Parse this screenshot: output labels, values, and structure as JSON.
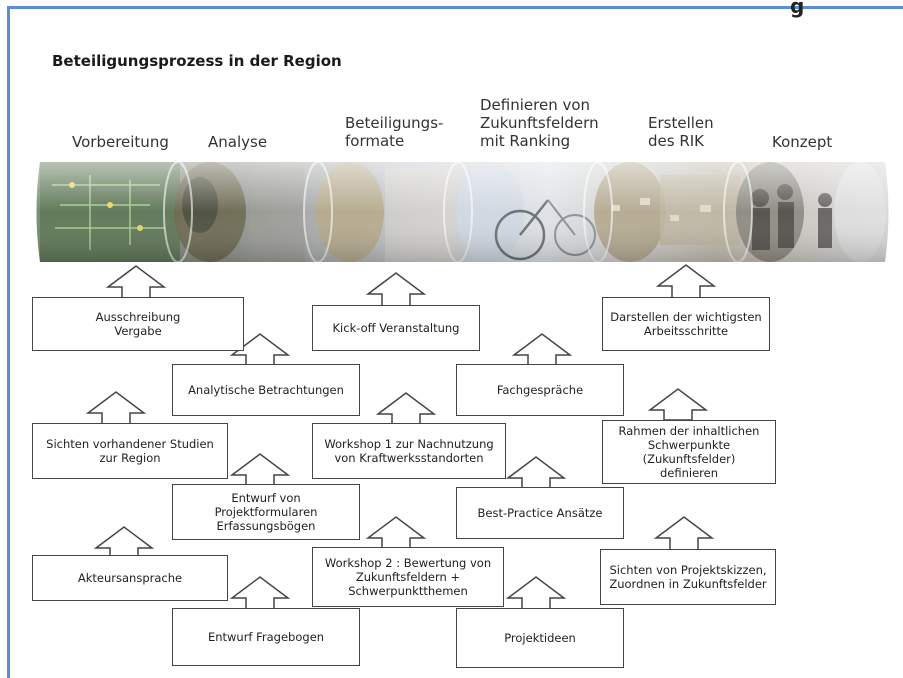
{
  "title": "Beteiligungsprozess in der Region",
  "corner_text": "g",
  "phases": [
    {
      "line1": "Vorbereitung",
      "line2": "",
      "line3": ""
    },
    {
      "line1": "Analyse",
      "line2": "",
      "line3": ""
    },
    {
      "line1": "Beteiligungs-",
      "line2": "formate",
      "line3": ""
    },
    {
      "line1": "Definieren von",
      "line2": "Zukunftsfeldern",
      "line3": "mit Ranking"
    },
    {
      "line1": "Erstellen",
      "line2": "des RIK",
      "line3": ""
    },
    {
      "line1": "Konzept",
      "line2": "",
      "line3": ""
    }
  ],
  "boxes": [
    {
      "line1": "Ausschreibung",
      "line2": "Vergabe",
      "line3": ""
    },
    {
      "line1": "Kick-off Veranstaltung",
      "line2": "",
      "line3": ""
    },
    {
      "line1": "Darstellen der wichtigsten",
      "line2": "Arbeitsschritte",
      "line3": ""
    },
    {
      "line1": "Analytische Betrachtungen",
      "line2": "",
      "line3": ""
    },
    {
      "line1": "Fachgespräche",
      "line2": "",
      "line3": ""
    },
    {
      "line1": "Sichten vorhandener Studien",
      "line2": "zur Region",
      "line3": ""
    },
    {
      "line1": "Workshop 1 zur Nachnutzung",
      "line2": "von Kraftwerksstandorten",
      "line3": ""
    },
    {
      "line1": "Rahmen der inhaltlichen",
      "line2": "Schwerpunkte (Zukunftsfelder)",
      "line3": "definieren"
    },
    {
      "line1": "Entwurf von Projektformularen",
      "line2": "Erfassungsbögen",
      "line3": ""
    },
    {
      "line1": "Best-Practice Ansätze",
      "line2": "",
      "line3": ""
    },
    {
      "line1": "Akteursansprache",
      "line2": "",
      "line3": ""
    },
    {
      "line1": "Workshop 2 : Bewertung von",
      "line2": "Zukunftsfeldern +",
      "line3": "Schwerpunktthemen"
    },
    {
      "line1": "Sichten von Projektskizzen,",
      "line2": "Zuordnen in Zukunftsfelder",
      "line3": ""
    },
    {
      "line1": "Entwurf Fragebogen",
      "line2": "",
      "line3": ""
    },
    {
      "line1": "Projektideen",
      "line2": "",
      "line3": ""
    }
  ]
}
